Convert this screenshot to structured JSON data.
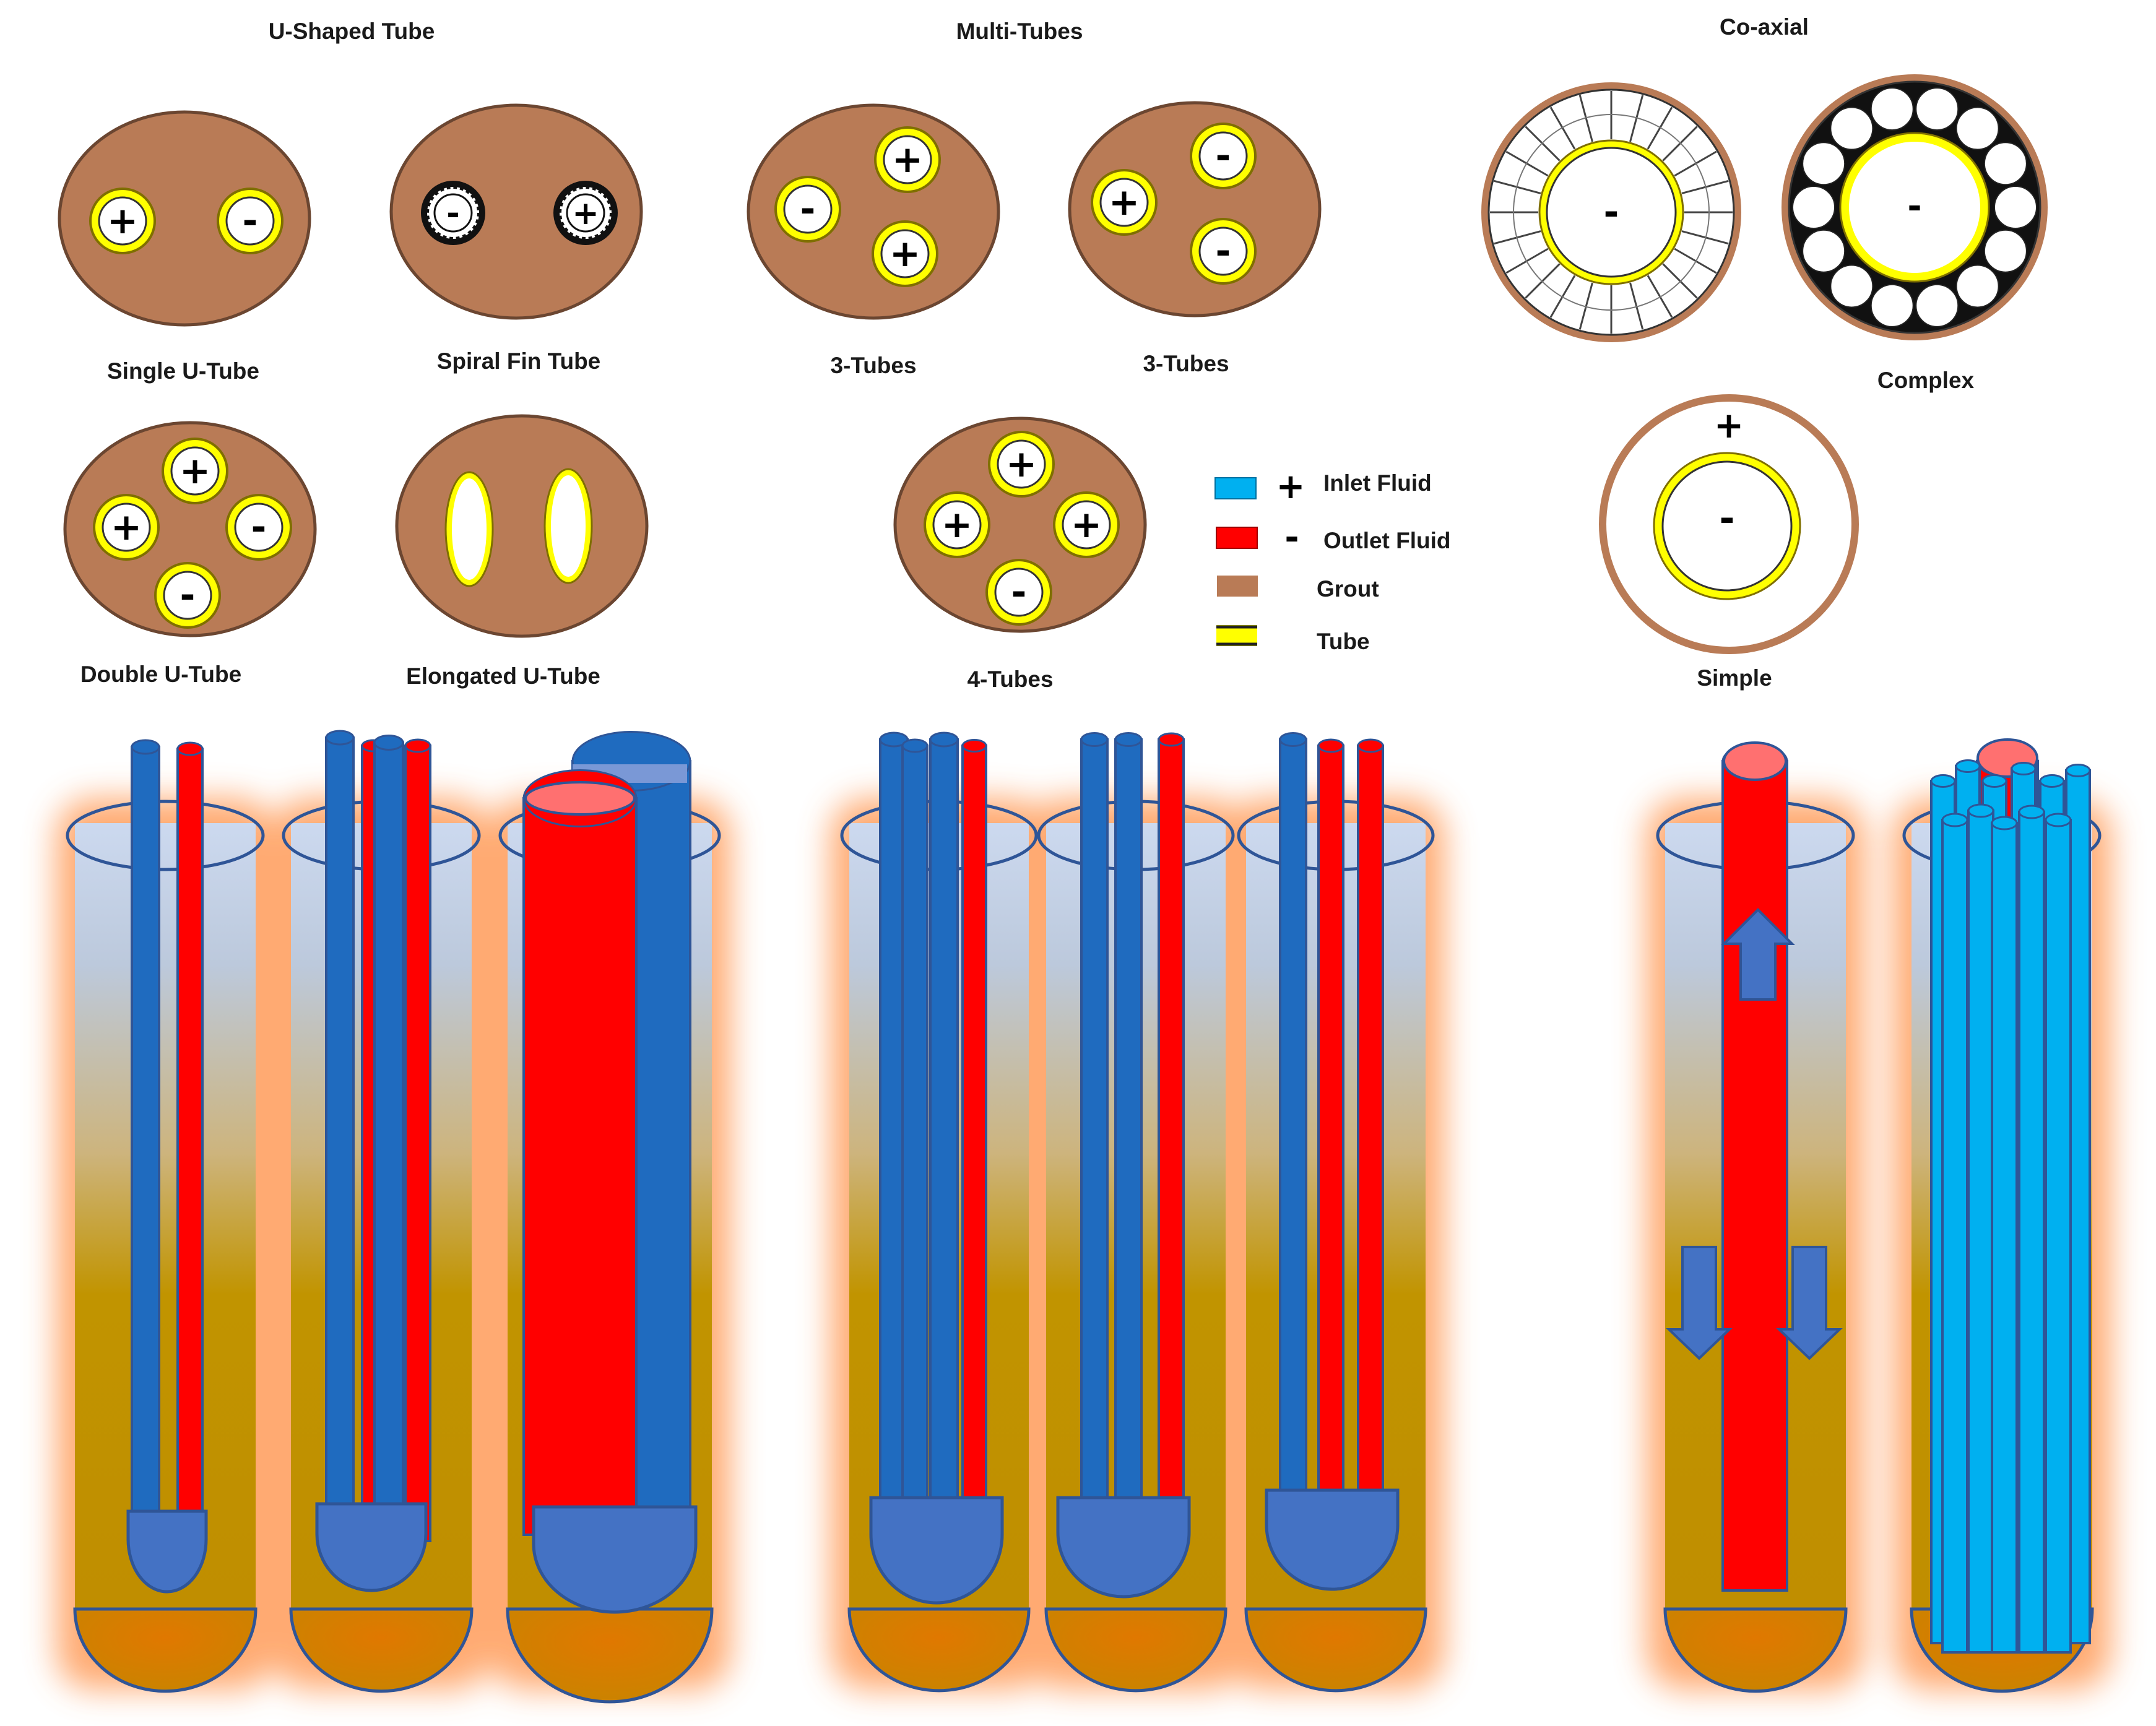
{
  "groups": {
    "u_shaped": "U-Shaped Tube",
    "multi_tubes": "Multi-Tubes",
    "coaxial": "Co-axial"
  },
  "configurations": {
    "single_u": "Single U-Tube",
    "spiral_fin": "Spiral Fin Tube",
    "double_u": "Double U-Tube",
    "elongated_u": "Elongated U-Tube",
    "three_tubes_a": "3-Tubes",
    "three_tubes_b": "3-Tubes",
    "four_tubes": "4-Tubes",
    "complex": "Complex",
    "simple": "Simple"
  },
  "symbols": {
    "plus": "+",
    "minus": "-"
  },
  "legend": {
    "inlet": "Inlet Fluid",
    "outlet": "Outlet Fluid",
    "grout": "Grout",
    "tube": "Tube"
  },
  "colors": {
    "grout": "#b97b56",
    "tube": "#ffff00",
    "inlet": "#00b0f0",
    "outlet": "#ff0000",
    "pipe_blue": "#1f6bbf",
    "outline": "#2f5597",
    "ground": "#c09000",
    "glow": "#ff9c5a"
  }
}
